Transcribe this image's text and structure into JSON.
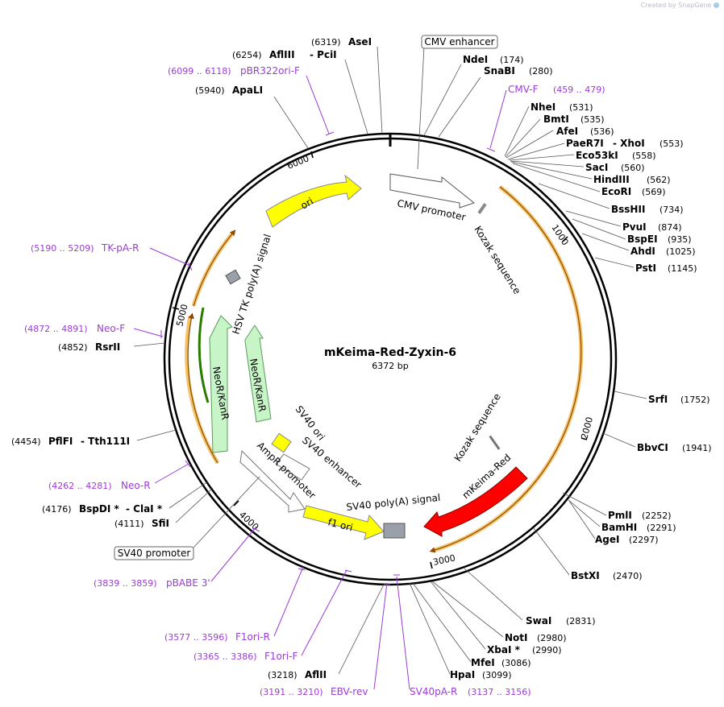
{
  "credit": "Created by SnapGene",
  "plasmid": {
    "name": "mKeima-Red-Zyxin-6",
    "length_label": "6372 bp",
    "length": 6372
  },
  "ticks": [
    "1000",
    "2000",
    "3000",
    "4000",
    "5000",
    "6000"
  ],
  "enzymes": [
    {
      "name": "AseI",
      "pos": "(6319)"
    },
    {
      "name": "AflIII",
      "pos": "(6254)"
    },
    {
      "name": "- PciI",
      "pos": ""
    },
    {
      "name": "ApaLI",
      "pos": "(5940)"
    },
    {
      "name": "NdeI",
      "pos": "(174)"
    },
    {
      "name": "SnaBI",
      "pos": "(280)"
    },
    {
      "name": "NheI",
      "pos": "(531)"
    },
    {
      "name": "BmtI",
      "pos": "(535)"
    },
    {
      "name": "AfeI",
      "pos": "(536)"
    },
    {
      "name": "PaeR7I",
      "pos": "(553)"
    },
    {
      "name": "- XhoI",
      "pos": ""
    },
    {
      "name": "Eco53kI",
      "pos": "(558)"
    },
    {
      "name": "SacI",
      "pos": "(560)"
    },
    {
      "name": "HindIII",
      "pos": "(562)"
    },
    {
      "name": "EcoRI",
      "pos": "(569)"
    },
    {
      "name": "BssHII",
      "pos": "(734)"
    },
    {
      "name": "PvuI",
      "pos": "(874)"
    },
    {
      "name": "BspEI",
      "pos": "(935)"
    },
    {
      "name": "AhdI",
      "pos": "(1025)"
    },
    {
      "name": "PstI",
      "pos": "(1145)"
    },
    {
      "name": "SrfI",
      "pos": "(1752)"
    },
    {
      "name": "BbvCI",
      "pos": "(1941)"
    },
    {
      "name": "PmlI",
      "pos": "(2252)"
    },
    {
      "name": "BamHI",
      "pos": "(2291)"
    },
    {
      "name": "AgeI",
      "pos": "(2297)"
    },
    {
      "name": "BstXI",
      "pos": "(2470)"
    },
    {
      "name": "SwaI",
      "pos": "(2831)"
    },
    {
      "name": "NotI",
      "pos": "(2980)"
    },
    {
      "name": "XbaI *",
      "pos": "(2990)"
    },
    {
      "name": "MfeI",
      "pos": "(3086)"
    },
    {
      "name": "HpaI",
      "pos": "(3099)"
    },
    {
      "name": "AflII",
      "pos": "(3218)"
    },
    {
      "name": "SfiI",
      "pos": "(4111)"
    },
    {
      "name": "BspDI *",
      "pos": "(4176)"
    },
    {
      "name": "- ClaI *",
      "pos": ""
    },
    {
      "name": "PflFI",
      "pos": "(4454)"
    },
    {
      "name": "- Tth111I",
      "pos": ""
    },
    {
      "name": "RsrII",
      "pos": "(4852)"
    }
  ],
  "primers": [
    {
      "name": "pBR322ori-F",
      "range": "(6099 .. 6118)"
    },
    {
      "name": "CMV-F",
      "range": "(459 .. 479)"
    },
    {
      "name": "TK-pA-R",
      "range": "(5190 .. 5209)"
    },
    {
      "name": "Neo-F",
      "range": "(4872 .. 4891)"
    },
    {
      "name": "Neo-R",
      "range": "(4262 .. 4281)"
    },
    {
      "name": "pBABE 3'",
      "range": "(3839 .. 3859)"
    },
    {
      "name": "F1ori-R",
      "range": "(3577 .. 3596)"
    },
    {
      "name": "F1ori-F",
      "range": "(3365 .. 3386)"
    },
    {
      "name": "EBV-rev",
      "range": "(3191 .. 3210)"
    },
    {
      "name": "SV40pA-R",
      "range": "(3137 .. 3156)"
    }
  ],
  "boxed_labels": [
    "CMV enhancer",
    "SV40 promoter"
  ],
  "features": [
    {
      "name": "CMV promoter"
    },
    {
      "name": "Kozak sequence"
    },
    {
      "name": "Kozak sequence"
    },
    {
      "name": "mKeima-Red"
    },
    {
      "name": "SV40 poly(A) signal"
    },
    {
      "name": "f1 ori"
    },
    {
      "name": "AmpR promoter"
    },
    {
      "name": "SV40 ori"
    },
    {
      "name": "SV40 enhancer"
    },
    {
      "name": "NeoR/KanR"
    },
    {
      "name": "NeoR/KanR"
    },
    {
      "name": "HSV TK poly(A) signal"
    },
    {
      "name": "ori"
    }
  ],
  "colors": {
    "backbone": "#000000",
    "primer": "#9b3bd4",
    "orf_highlight": "#f5c36b",
    "ori": "#ffff00",
    "neo": "#c8f5c8",
    "mkeima": "#ff0000",
    "signal": "#9aa0a8"
  }
}
